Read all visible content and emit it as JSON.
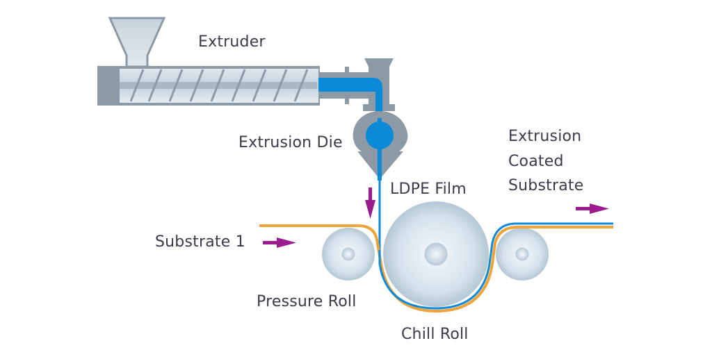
{
  "diagram": {
    "title": "Extrusion Coating Process",
    "labels": {
      "extruder": "Extruder",
      "extrusion_die": "Extrusion Die",
      "ldpe_film": "LDPE Film",
      "coated_substrate_line1": "Extrusion",
      "coated_substrate_line2": "Coated",
      "coated_substrate_line3": "Substrate",
      "substrate_1": "Substrate 1",
      "pressure_roll": "Pressure Roll",
      "chill_roll": "Chill Roll"
    },
    "colors": {
      "machine_gray": "#8c9aa5",
      "melt_blue": "#0a8ad8",
      "substrate_orange": "#f0a33a",
      "arrow_purple": "#9b1c8e",
      "roll_light": "#e6eef4",
      "roll_dark": "#b7c9d6",
      "text": "#3a3a48"
    },
    "arrows": [
      {
        "id": "substrate-in",
        "direction": "right"
      },
      {
        "id": "film-down",
        "direction": "down"
      },
      {
        "id": "coated-out",
        "direction": "right"
      }
    ]
  }
}
